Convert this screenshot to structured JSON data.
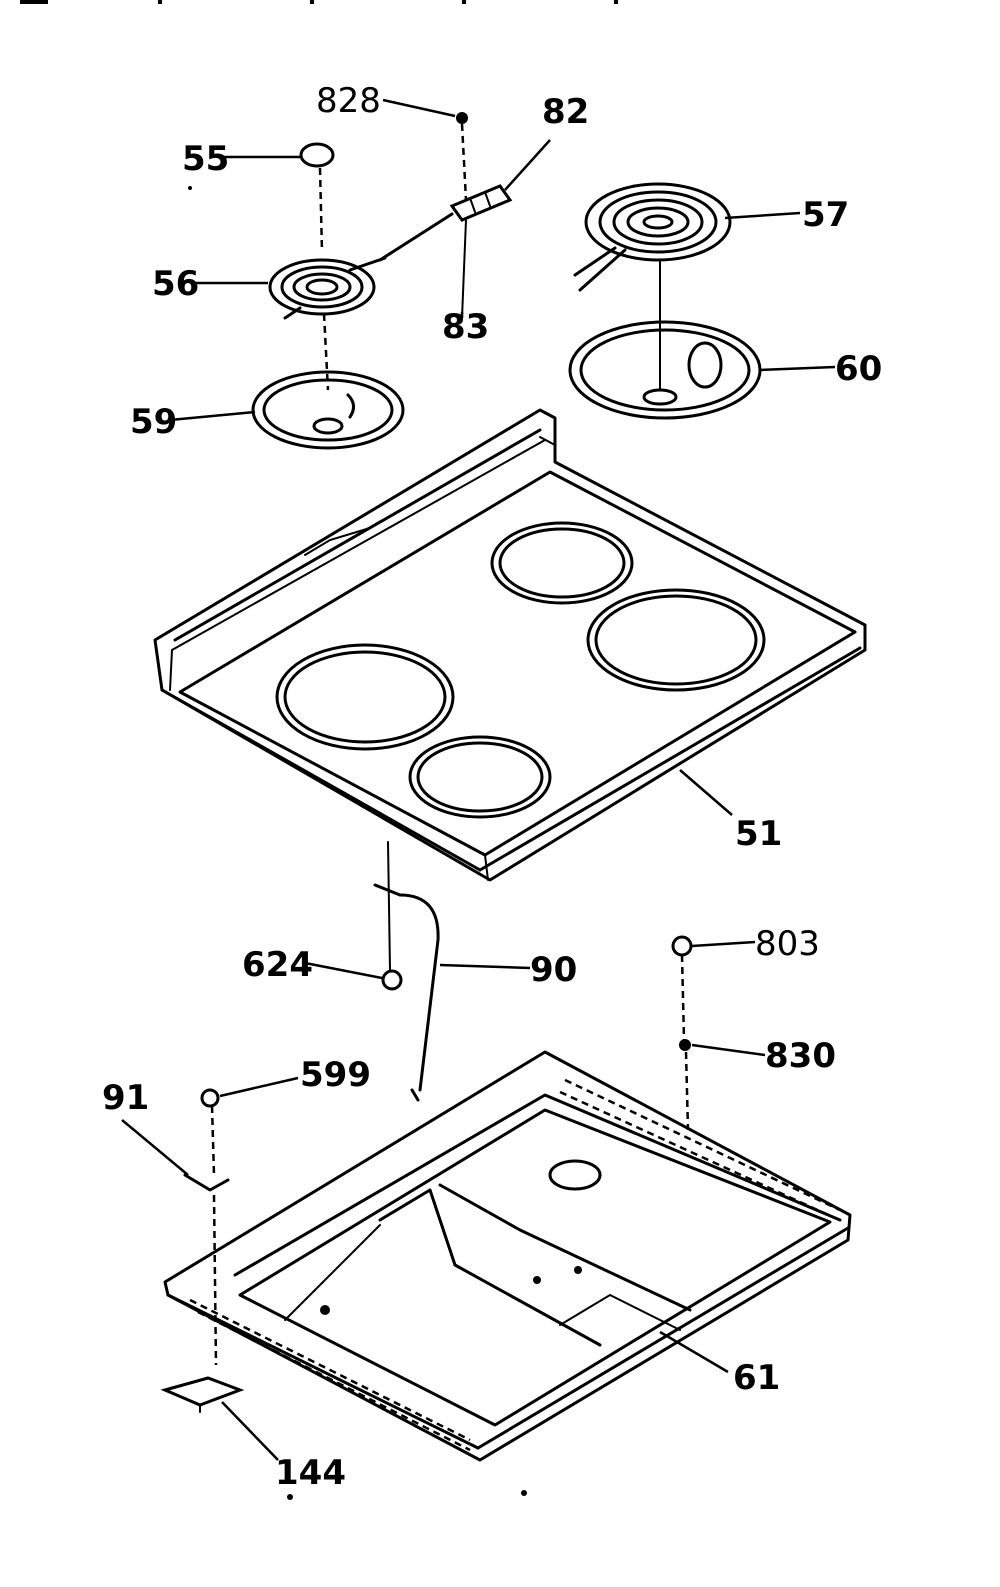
{
  "parts": {
    "p828": "828",
    "p82": "82",
    "p55": "55",
    "p57": "57",
    "p56": "56",
    "p83": "83",
    "p60": "60",
    "p59": "59",
    "p51": "51",
    "p803": "803",
    "p624": "624",
    "p90": "90",
    "p830": "830",
    "p91": "91",
    "p599": "599",
    "p61": "61",
    "p144": "144"
  }
}
